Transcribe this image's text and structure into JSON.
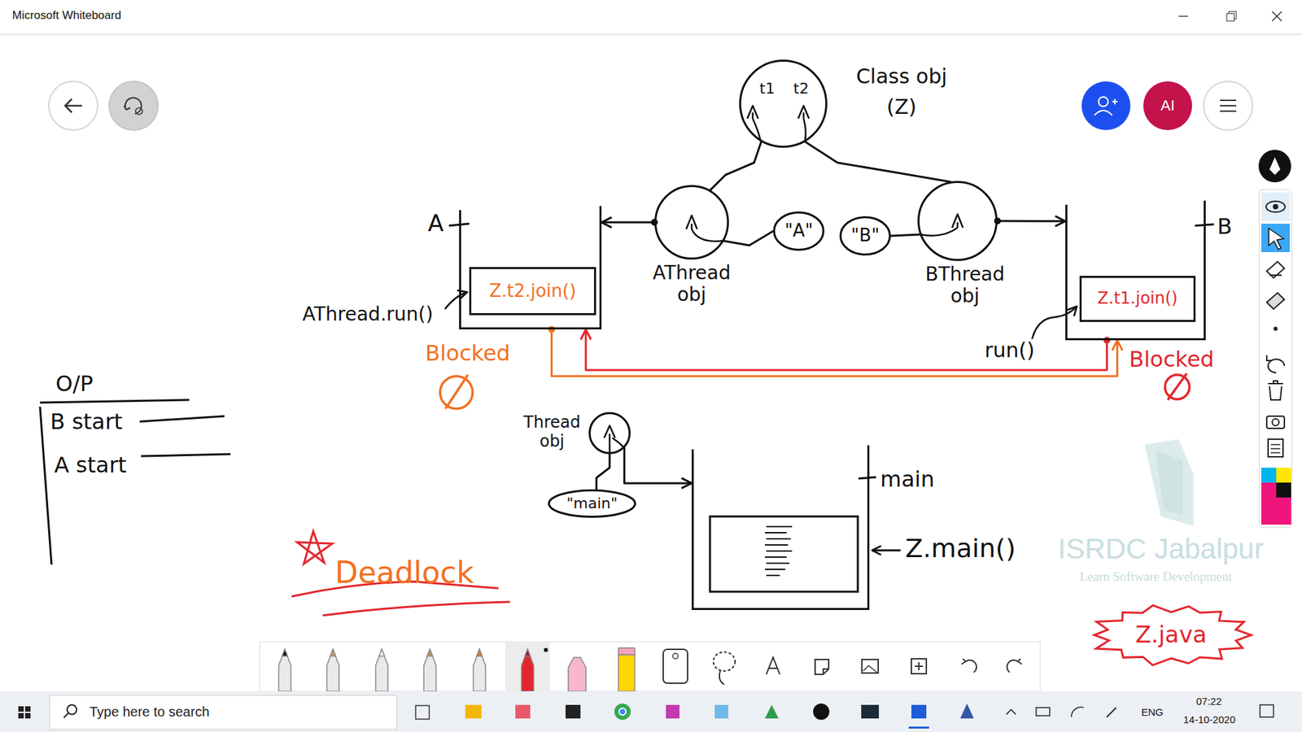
{
  "diagram": {
    "nodes": [
      {
        "text": [
          "t1",
          "t2",
          "Class obj (Z)"
        ]
      },
      {
        "text": [
          "AThread obj"
        ]
      },
      {
        "text": [
          "\"A\""
        ]
      },
      {
        "text": [
          "\"B\""
        ]
      },
      {
        "text": [
          "BThread obj"
        ]
      },
      {
        "text": [
          "A"
        ]
      },
      {
        "text": [
          "Z.t2.join()"
        ],
        "in": 5
      },
      {
        "text": [
          "B"
        ]
      },
      {
        "text": [
          "Z.t1.join()"
        ],
        "in": 7
      },
      {
        "text": [
          "Thread obj"
        ]
      },
      {
        "text": [
          "\"main\""
        ]
      },
      {
        "text": [
          "main"
        ]
      },
      {
        "text": [
          "Z.java"
        ]
      }
    ],
    "edges": [
      {
        "from": 0,
        "to": 1,
        "arrow": "none"
      },
      {
        "from": 0,
        "to": 4,
        "arrow": "none"
      },
      {
        "from": 1,
        "to": 2,
        "arrow": "none"
      },
      {
        "from": 4,
        "to": 3,
        "arrow": "none"
      },
      {
        "from": 1,
        "to": 5,
        "arrow": "to"
      },
      {
        "from": 4,
        "to": 7,
        "arrow": "to"
      },
      {
        "from": 9,
        "to": 10,
        "arrow": "none"
      },
      {
        "from": 9,
        "to": 11,
        "arrow": "to"
      },
      {
        "from": 5,
        "to": 7,
        "arrow": "to"
      },
      {
        "from": 7,
        "to": 5,
        "arrow": "to"
      }
    ],
    "labels": [
      "Microsoft Whiteboard",
      "AThread.run()",
      "Blocked",
      "run()",
      "Blocked",
      "O/P",
      "B start",
      "A start",
      "Deadlock",
      "Z.main()",
      "ISRDC Jabalpur",
      "Learn Software Development",
      "AI",
      "Type here to search",
      "ENG",
      "07:22",
      "14-10-2020"
    ]
  }
}
